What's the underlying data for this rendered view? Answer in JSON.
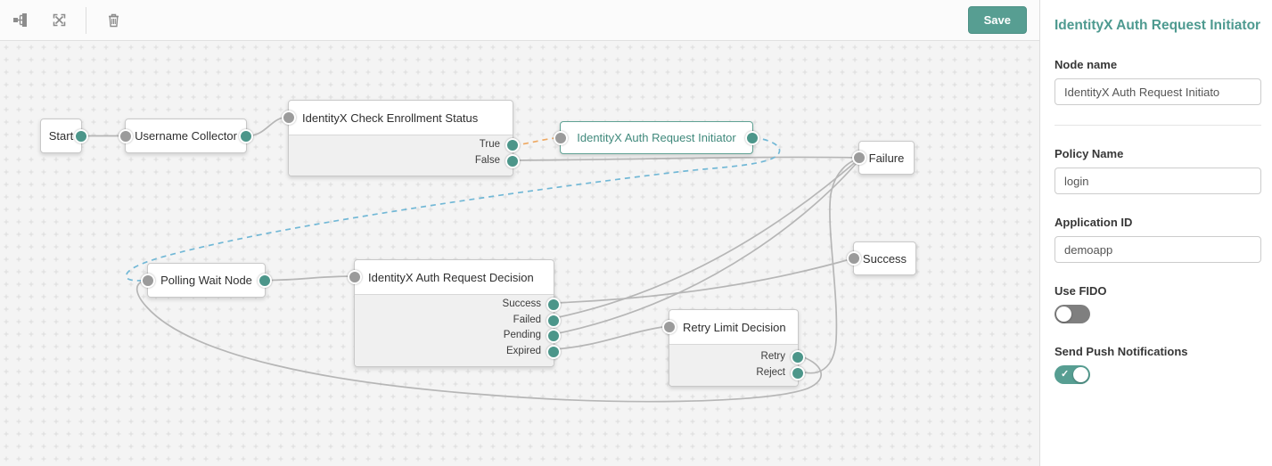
{
  "colors": {
    "accent_teal": "#579e92",
    "selected_node_border": "#5fa193",
    "selected_node_text": "#40897c",
    "output_port": "#4c968a",
    "input_port": "#9b9b9b",
    "wire_gray": "#b6b6b6",
    "wire_dashed_orange": "#eea963",
    "wire_dashed_blue": "#72b8d6",
    "canvas_bg": "#f4f4f4"
  },
  "toolbar": {
    "icons": [
      "auto-layout-icon",
      "fit-view-icon",
      "delete-icon"
    ],
    "save_label": "Save"
  },
  "panel": {
    "title": "IdentityX Auth Request Initiator",
    "fields": [
      {
        "label": "Node name",
        "value": "IdentityX Auth Request Initiato"
      },
      {
        "label": "Policy Name",
        "value": "login"
      },
      {
        "label": "Application ID",
        "value": "demoapp"
      }
    ],
    "toggles": [
      {
        "label": "Use FIDO",
        "state": "off"
      },
      {
        "label": "Send Push Notifications",
        "state": "on"
      }
    ]
  },
  "canvas": {
    "nodes": [
      {
        "id": "start",
        "title": "Start"
      },
      {
        "id": "username-collector",
        "title": "Username Collector"
      },
      {
        "id": "check-enrollment",
        "title": "IdentityX Check Enrollment Status",
        "outcomes": [
          "True",
          "False"
        ]
      },
      {
        "id": "auth-request-initiator",
        "title": "IdentityX Auth Request Initiator",
        "selected": true
      },
      {
        "id": "failure",
        "title": "Failure"
      },
      {
        "id": "success",
        "title": "Success"
      },
      {
        "id": "polling-wait",
        "title": "Polling Wait Node"
      },
      {
        "id": "auth-request-decision",
        "title": "IdentityX Auth Request Decision",
        "outcomes": [
          "Success",
          "Failed",
          "Pending",
          "Expired"
        ]
      },
      {
        "id": "retry-limit",
        "title": "Retry Limit Decision",
        "outcomes": [
          "Retry",
          "Reject"
        ]
      }
    ],
    "connections": [
      {
        "from": "Start",
        "to": "Username Collector",
        "style": "solid"
      },
      {
        "from": "Username Collector",
        "to": "IdentityX Check Enrollment Status",
        "style": "solid"
      },
      {
        "from": "IdentityX Check Enrollment Status:True",
        "to": "IdentityX Auth Request Initiator",
        "style": "dashed-orange"
      },
      {
        "from": "IdentityX Check Enrollment Status:False",
        "to": "Failure",
        "style": "solid"
      },
      {
        "from": "IdentityX Auth Request Initiator",
        "to": "Polling Wait Node",
        "style": "dashed-blue"
      },
      {
        "from": "Polling Wait Node",
        "to": "IdentityX Auth Request Decision",
        "style": "solid"
      },
      {
        "from": "IdentityX Auth Request Decision:Success",
        "to": "Success",
        "style": "solid"
      },
      {
        "from": "IdentityX Auth Request Decision:Failed",
        "to": "Failure",
        "style": "solid"
      },
      {
        "from": "IdentityX Auth Request Decision:Pending",
        "to": "Failure",
        "style": "solid"
      },
      {
        "from": "IdentityX Auth Request Decision:Expired",
        "to": "Retry Limit Decision",
        "style": "solid"
      },
      {
        "from": "Retry Limit Decision:Retry",
        "to": "Polling Wait Node",
        "style": "solid"
      },
      {
        "from": "Retry Limit Decision:Reject",
        "to": "Failure",
        "style": "solid"
      }
    ]
  }
}
